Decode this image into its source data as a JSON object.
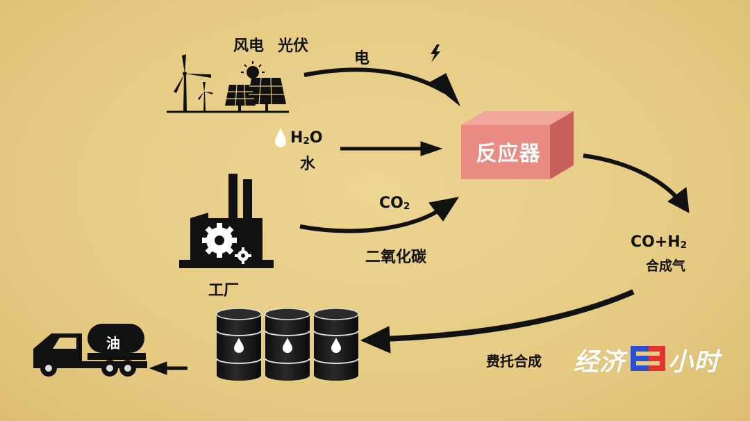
{
  "labels": {
    "wind_solar_left": "风电",
    "wind_solar_right": "光伏",
    "electricity": "电",
    "water_formula": "H",
    "water_sub": "2",
    "water_o": "O",
    "water": "水",
    "co2_formula": "CO",
    "co2_sub": "2",
    "co2_name": "二氧化碳",
    "reactor": "反应器",
    "syngas_formula": "CO+H",
    "syngas_sub": "2",
    "syngas_name": "合成气",
    "factory": "工厂",
    "ft_synthesis": "费托合成",
    "oil": "油"
  },
  "watermark": {
    "left": "经济",
    "right": "小时"
  },
  "colors": {
    "background": "#e6cb84",
    "reactor_front": "#e98b82",
    "reactor_top": "#f2a59c",
    "reactor_side": "#c75f5a",
    "ink": "#111111",
    "watermark_blue": "#2a4fd0",
    "watermark_red": "#e2332e"
  },
  "icons": [
    "wind-turbine-icon",
    "solar-panel-icon",
    "lightning-icon",
    "water-drop-icon",
    "factory-icon",
    "gear-icon",
    "oil-barrel-icon",
    "tanker-truck-icon"
  ]
}
